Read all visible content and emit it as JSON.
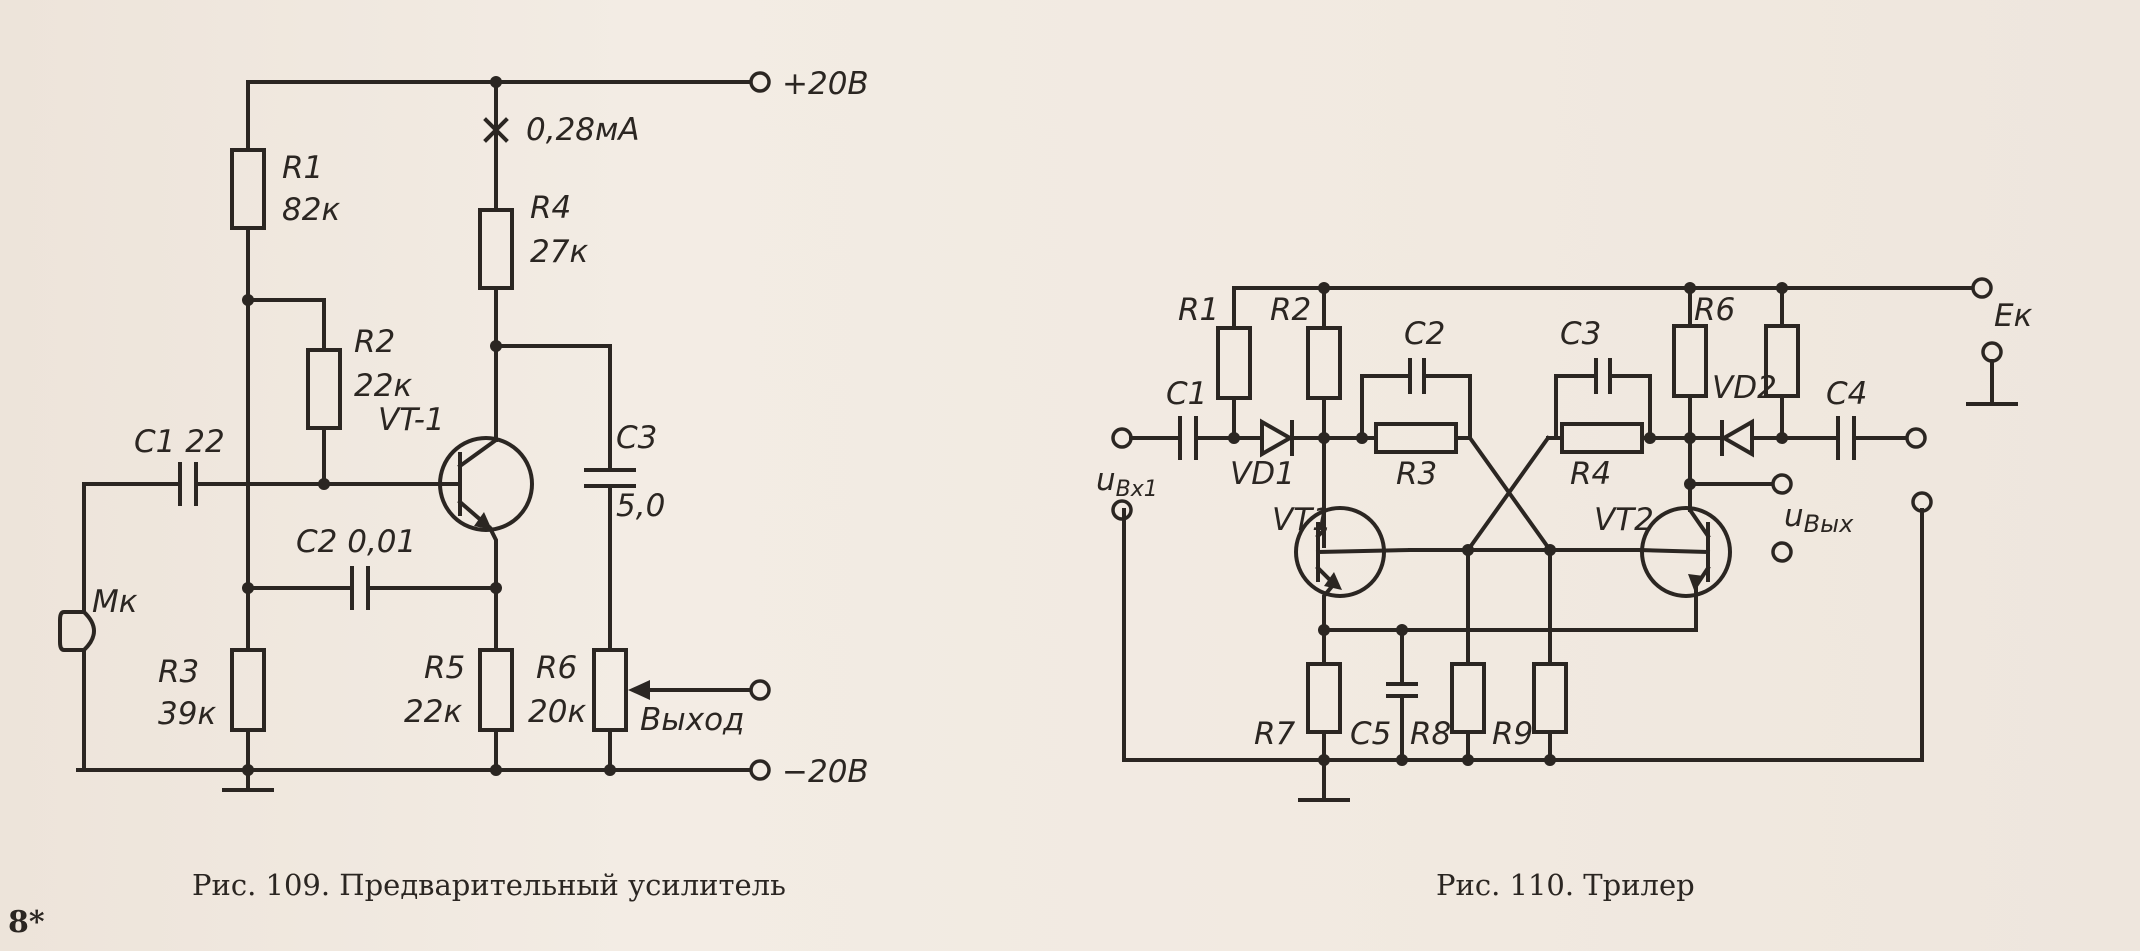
{
  "fig109": {
    "caption": "Рис. 109. Предварительный усилитель",
    "labels": {
      "v_plus": "+20В",
      "v_minus": "−20В",
      "current": "0,28мА",
      "r1": "R1",
      "r1_val": "82к",
      "r2": "R2",
      "r2_val": "22к",
      "r3": "R3",
      "r3_val": "39к",
      "r4": "R4",
      "r4_val": "27к",
      "r5": "R5",
      "r5_val": "22к",
      "r6": "R6",
      "r6_val": "20к",
      "c1": "C1 22",
      "c2": "C2 0,01",
      "c3": "C3",
      "c3_val": "5,0",
      "vt": "VT-1",
      "mic": "Мк",
      "out": "Выход"
    }
  },
  "fig110": {
    "caption": "Рис. 110. Трилер",
    "labels": {
      "ek": "Eк",
      "r1": "R1",
      "r2": "R2",
      "r3": "R3",
      "r4": "R4",
      "r6": "R6",
      "r7": "R7",
      "r8": "R8",
      "r9": "R9",
      "c1": "C1",
      "c2": "C2",
      "c3": "C3",
      "c4": "C4",
      "c5": "C5",
      "vd1": "VD1",
      "vd2": "VD2",
      "vt1": "VT1",
      "vt2": "VT2",
      "u_in": "u",
      "u_in_sub": "Вх1",
      "u_out": "u",
      "u_out_sub": "Вых"
    }
  },
  "page_number": "8*",
  "colors": {
    "ink": "#2b2622",
    "paper": "#f3ece4"
  }
}
